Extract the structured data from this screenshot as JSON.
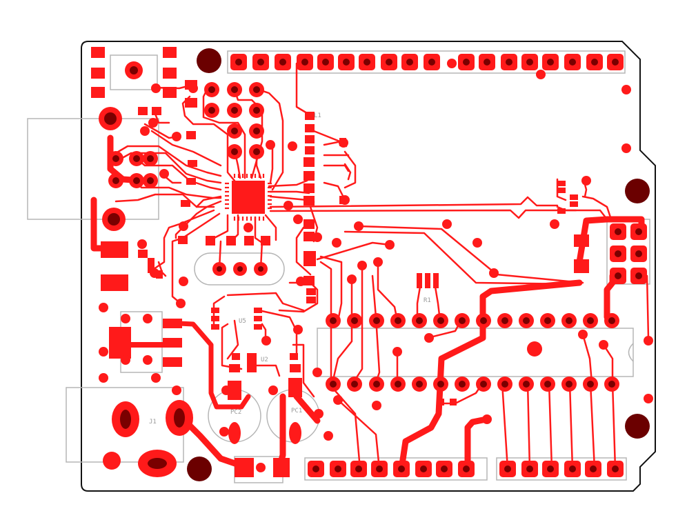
{
  "colors": {
    "background": "#ffffff",
    "outline": "#111111",
    "copper": "#ff1a1a",
    "hole": "#7a0000",
    "mount_hole": "#6b0000",
    "silkscreen": "#a0a0a0"
  },
  "labels": {
    "j1": "J1",
    "u2": "U2",
    "u5": "U5",
    "pc1": "PC1",
    "pc2": "PC2",
    "r1": "R1",
    "l1": "L1"
  }
}
